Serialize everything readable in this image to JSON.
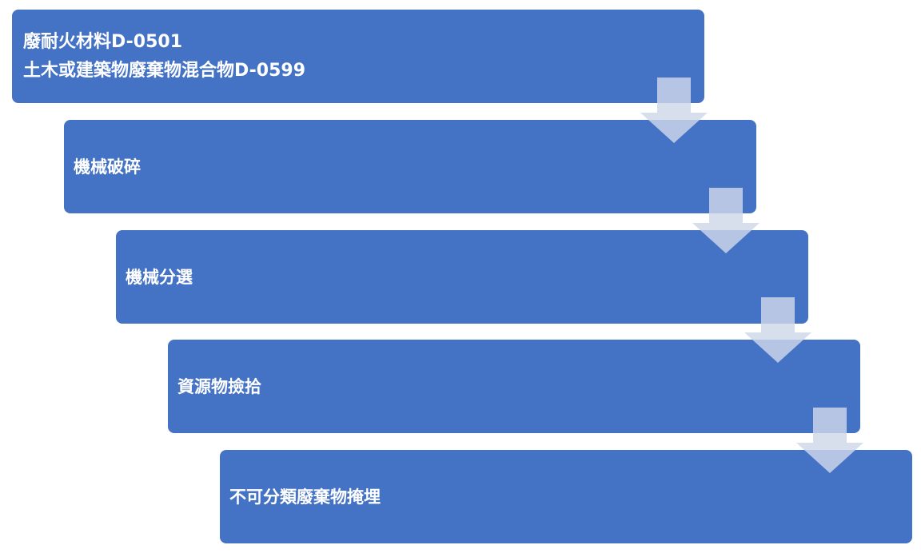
{
  "colors": {
    "box_fill": "#4472c4",
    "box_text": "#ffffff",
    "arrow_fill": "#cfd8ea"
  },
  "steps": [
    {
      "lines": [
        "廢耐火材料D-0501",
        "土木或建築物廢棄物混合物D-0599"
      ]
    },
    {
      "lines": [
        "機械破碎"
      ]
    },
    {
      "lines": [
        "機械分選"
      ]
    },
    {
      "lines": [
        "資源物撿拾"
      ]
    },
    {
      "lines": [
        "不可分類廢棄物掩埋"
      ]
    }
  ],
  "connectors": [
    {
      "icon": "down-arrow-icon"
    },
    {
      "icon": "down-arrow-icon"
    },
    {
      "icon": "down-arrow-icon"
    },
    {
      "icon": "down-arrow-icon"
    }
  ]
}
